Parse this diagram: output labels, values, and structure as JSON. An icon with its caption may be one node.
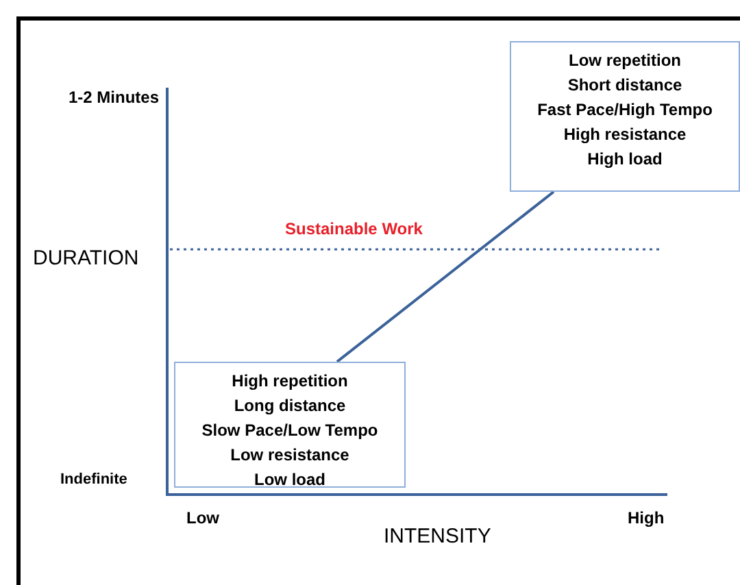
{
  "diagram": {
    "nodes": [
      {
        "text": [
          "Low repetition",
          "Short distance",
          "Fast Pace/High Tempo",
          "High resistance",
          "High load"
        ]
      },
      {
        "text": [
          "High repetition",
          "Long distance",
          "Slow Pace/Low Tempo",
          "Low resistance",
          "Low load"
        ]
      }
    ],
    "edges": [
      {
        "from": 1,
        "to": 0,
        "arrow": "none"
      }
    ],
    "labels": [
      "1-2 Minutes",
      "Sustainable Work",
      "DURATION",
      "Indefinite",
      "Low",
      "High",
      "INTENSITY"
    ]
  }
}
